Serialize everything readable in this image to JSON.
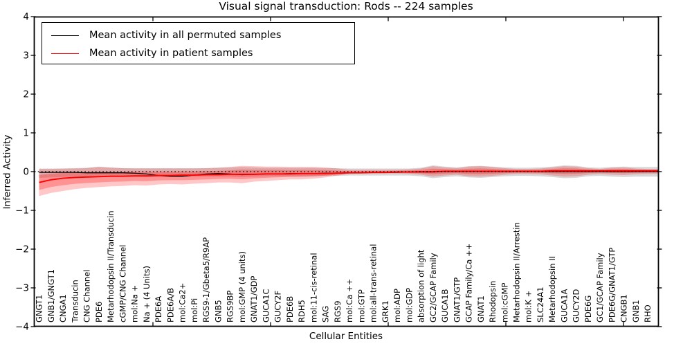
{
  "title": "Visual signal transduction: Rods -- 224 samples",
  "legend": {
    "entries": [
      {
        "label": "Mean activity in all permuted samples",
        "color": "#000000"
      },
      {
        "label": "Mean activity in patient samples",
        "color": "#ff0000"
      }
    ]
  },
  "axes": {
    "ylabel": "Inferred Activity",
    "xlabel": "Cellular Entities"
  },
  "chart_data": {
    "type": "line",
    "title": "Visual signal transduction: Rods -- 224 samples",
    "xlabel": "Cellular Entities",
    "ylabel": "Inferred Activity",
    "ylim": [
      -4,
      4
    ],
    "y_ticks": [
      4,
      3,
      2,
      1,
      0,
      -1,
      -2,
      -3,
      -4
    ],
    "grid": false,
    "legend_position": "upper left",
    "zero_line": {
      "style": "dotted",
      "color": "#000000",
      "y": 0
    },
    "categories": [
      "GNGT1",
      "GNB1/GNGT1",
      "CNGA1",
      "Transducin",
      "CNG Channel",
      "PDE6",
      "Metarhodopsin II/Transducin",
      "cGMP/CNG Channel",
      "mol:Na +",
      "Na + (4 Units)",
      "PDE6A",
      "PDE6A/B",
      "mol:Ca2+",
      "mol:Pi",
      "RGS9-1/Gbeta5/R9AP",
      "GNB5",
      "RGS9BP",
      "mol:GMP (4 units)",
      "GNAT1/GDP",
      "GUCA1C",
      "GUCY2F",
      "PDE6B",
      "RDH5",
      "mol:11-cis-retinal",
      "SAG",
      "RGS9",
      "mol:Ca ++",
      "mol:GTP",
      "mol:all-trans-retinal",
      "GRK1",
      "mol:ADP",
      "mol:GDP",
      "absorption of light",
      "GC2/GCAP Family",
      "GUCA1B",
      "GNAT1/GTP",
      "GCAP Family/Ca ++",
      "GNAT1",
      "Rhodopsin",
      "mol:cGMP",
      "Metarhodopsin II/Arrestin",
      "mol:K +",
      "SLC24A1",
      "Metarhodopsin II",
      "GUCA1A",
      "GUCY2D",
      "PDE6G",
      "GC1/GCAP Family",
      "PDE6G/GNAT1/GTP",
      "CNGB1",
      "GNB1",
      "RHO"
    ],
    "series": [
      {
        "name": "Mean activity in all permuted samples",
        "color": "#000000",
        "values": [
          -0.02,
          -0.02,
          -0.02,
          -0.02,
          -0.03,
          -0.03,
          -0.03,
          -0.03,
          -0.04,
          -0.06,
          -0.1,
          -0.12,
          -0.12,
          -0.09,
          -0.06,
          -0.05,
          -0.06,
          -0.08,
          -0.07,
          -0.06,
          -0.06,
          -0.05,
          -0.05,
          -0.05,
          -0.04,
          -0.04,
          -0.03,
          -0.03,
          -0.02,
          -0.02,
          -0.02,
          -0.01,
          -0.01,
          -0.01,
          0.0,
          0.0,
          0.0,
          0.0,
          0.0,
          0.0,
          0.0,
          0.0,
          0.0,
          0.0,
          0.0,
          0.0,
          0.0,
          0.0,
          0.0,
          0.0,
          0.0,
          0.0
        ]
      },
      {
        "name": "Mean activity in patient samples",
        "color": "#ff0000",
        "values": [
          -0.28,
          -0.21,
          -0.17,
          -0.15,
          -0.14,
          -0.13,
          -0.12,
          -0.12,
          -0.11,
          -0.11,
          -0.1,
          -0.1,
          -0.09,
          -0.09,
          -0.08,
          -0.08,
          -0.07,
          -0.07,
          -0.07,
          -0.06,
          -0.06,
          -0.06,
          -0.05,
          -0.05,
          -0.05,
          -0.04,
          -0.03,
          -0.03,
          -0.02,
          -0.02,
          -0.01,
          -0.01,
          0.0,
          0.0,
          0.01,
          0.01,
          0.01,
          0.01,
          0.01,
          0.01,
          0.01,
          0.01,
          0.01,
          0.02,
          0.02,
          0.02,
          0.02,
          0.02,
          0.02,
          0.02,
          0.02,
          0.02
        ]
      }
    ],
    "bands": [
      {
        "name": "permuted samples range",
        "color": "#808080",
        "upper": [
          0.08,
          0.08,
          0.08,
          0.09,
          0.1,
          0.13,
          0.11,
          0.09,
          0.09,
          0.09,
          0.09,
          0.09,
          0.09,
          0.09,
          0.09,
          0.1,
          0.11,
          0.12,
          0.11,
          0.1,
          0.1,
          0.1,
          0.1,
          0.1,
          0.09,
          0.09,
          0.08,
          0.08,
          0.08,
          0.08,
          0.08,
          0.08,
          0.1,
          0.16,
          0.13,
          0.11,
          0.14,
          0.15,
          0.13,
          0.11,
          0.1,
          0.1,
          0.11,
          0.13,
          0.16,
          0.15,
          0.11,
          0.1,
          0.12,
          0.13,
          0.12,
          0.12
        ],
        "lower": [
          -0.16,
          -0.15,
          -0.14,
          -0.13,
          -0.13,
          -0.14,
          -0.13,
          -0.13,
          -0.13,
          -0.14,
          -0.14,
          -0.14,
          -0.14,
          -0.13,
          -0.13,
          -0.13,
          -0.13,
          -0.14,
          -0.13,
          -0.12,
          -0.12,
          -0.12,
          -0.12,
          -0.12,
          -0.11,
          -0.11,
          -0.1,
          -0.1,
          -0.1,
          -0.1,
          -0.1,
          -0.1,
          -0.12,
          -0.17,
          -0.14,
          -0.12,
          -0.15,
          -0.16,
          -0.14,
          -0.12,
          -0.11,
          -0.11,
          -0.12,
          -0.14,
          -0.17,
          -0.16,
          -0.12,
          -0.11,
          -0.13,
          -0.14,
          -0.13,
          -0.13
        ]
      },
      {
        "name": "patient samples range",
        "color": "#ff0000",
        "upper": [
          0.07,
          0.07,
          0.08,
          0.08,
          0.09,
          0.12,
          0.1,
          0.09,
          0.08,
          0.08,
          0.08,
          0.08,
          0.08,
          0.08,
          0.09,
          0.1,
          0.12,
          0.15,
          0.14,
          0.13,
          0.13,
          0.12,
          0.12,
          0.12,
          0.11,
          0.08,
          0.05,
          0.05,
          0.05,
          0.05,
          0.05,
          0.06,
          0.08,
          0.14,
          0.11,
          0.09,
          0.13,
          0.14,
          0.12,
          0.09,
          0.07,
          0.07,
          0.08,
          0.11,
          0.14,
          0.13,
          0.09,
          0.07,
          0.1,
          0.11,
          0.08,
          0.07
        ],
        "lower": [
          -0.63,
          -0.55,
          -0.5,
          -0.45,
          -0.42,
          -0.4,
          -0.38,
          -0.37,
          -0.35,
          -0.36,
          -0.33,
          -0.32,
          -0.33,
          -0.31,
          -0.3,
          -0.28,
          -0.28,
          -0.3,
          -0.26,
          -0.24,
          -0.22,
          -0.2,
          -0.2,
          -0.18,
          -0.15,
          -0.1,
          -0.06,
          -0.05,
          -0.05,
          -0.05,
          -0.05,
          -0.06,
          -0.08,
          -0.13,
          -0.1,
          -0.08,
          -0.12,
          -0.13,
          -0.11,
          -0.08,
          -0.06,
          -0.06,
          -0.07,
          -0.1,
          -0.13,
          -0.12,
          -0.08,
          -0.06,
          -0.08,
          -0.09,
          -0.07,
          -0.06
        ]
      }
    ]
  }
}
